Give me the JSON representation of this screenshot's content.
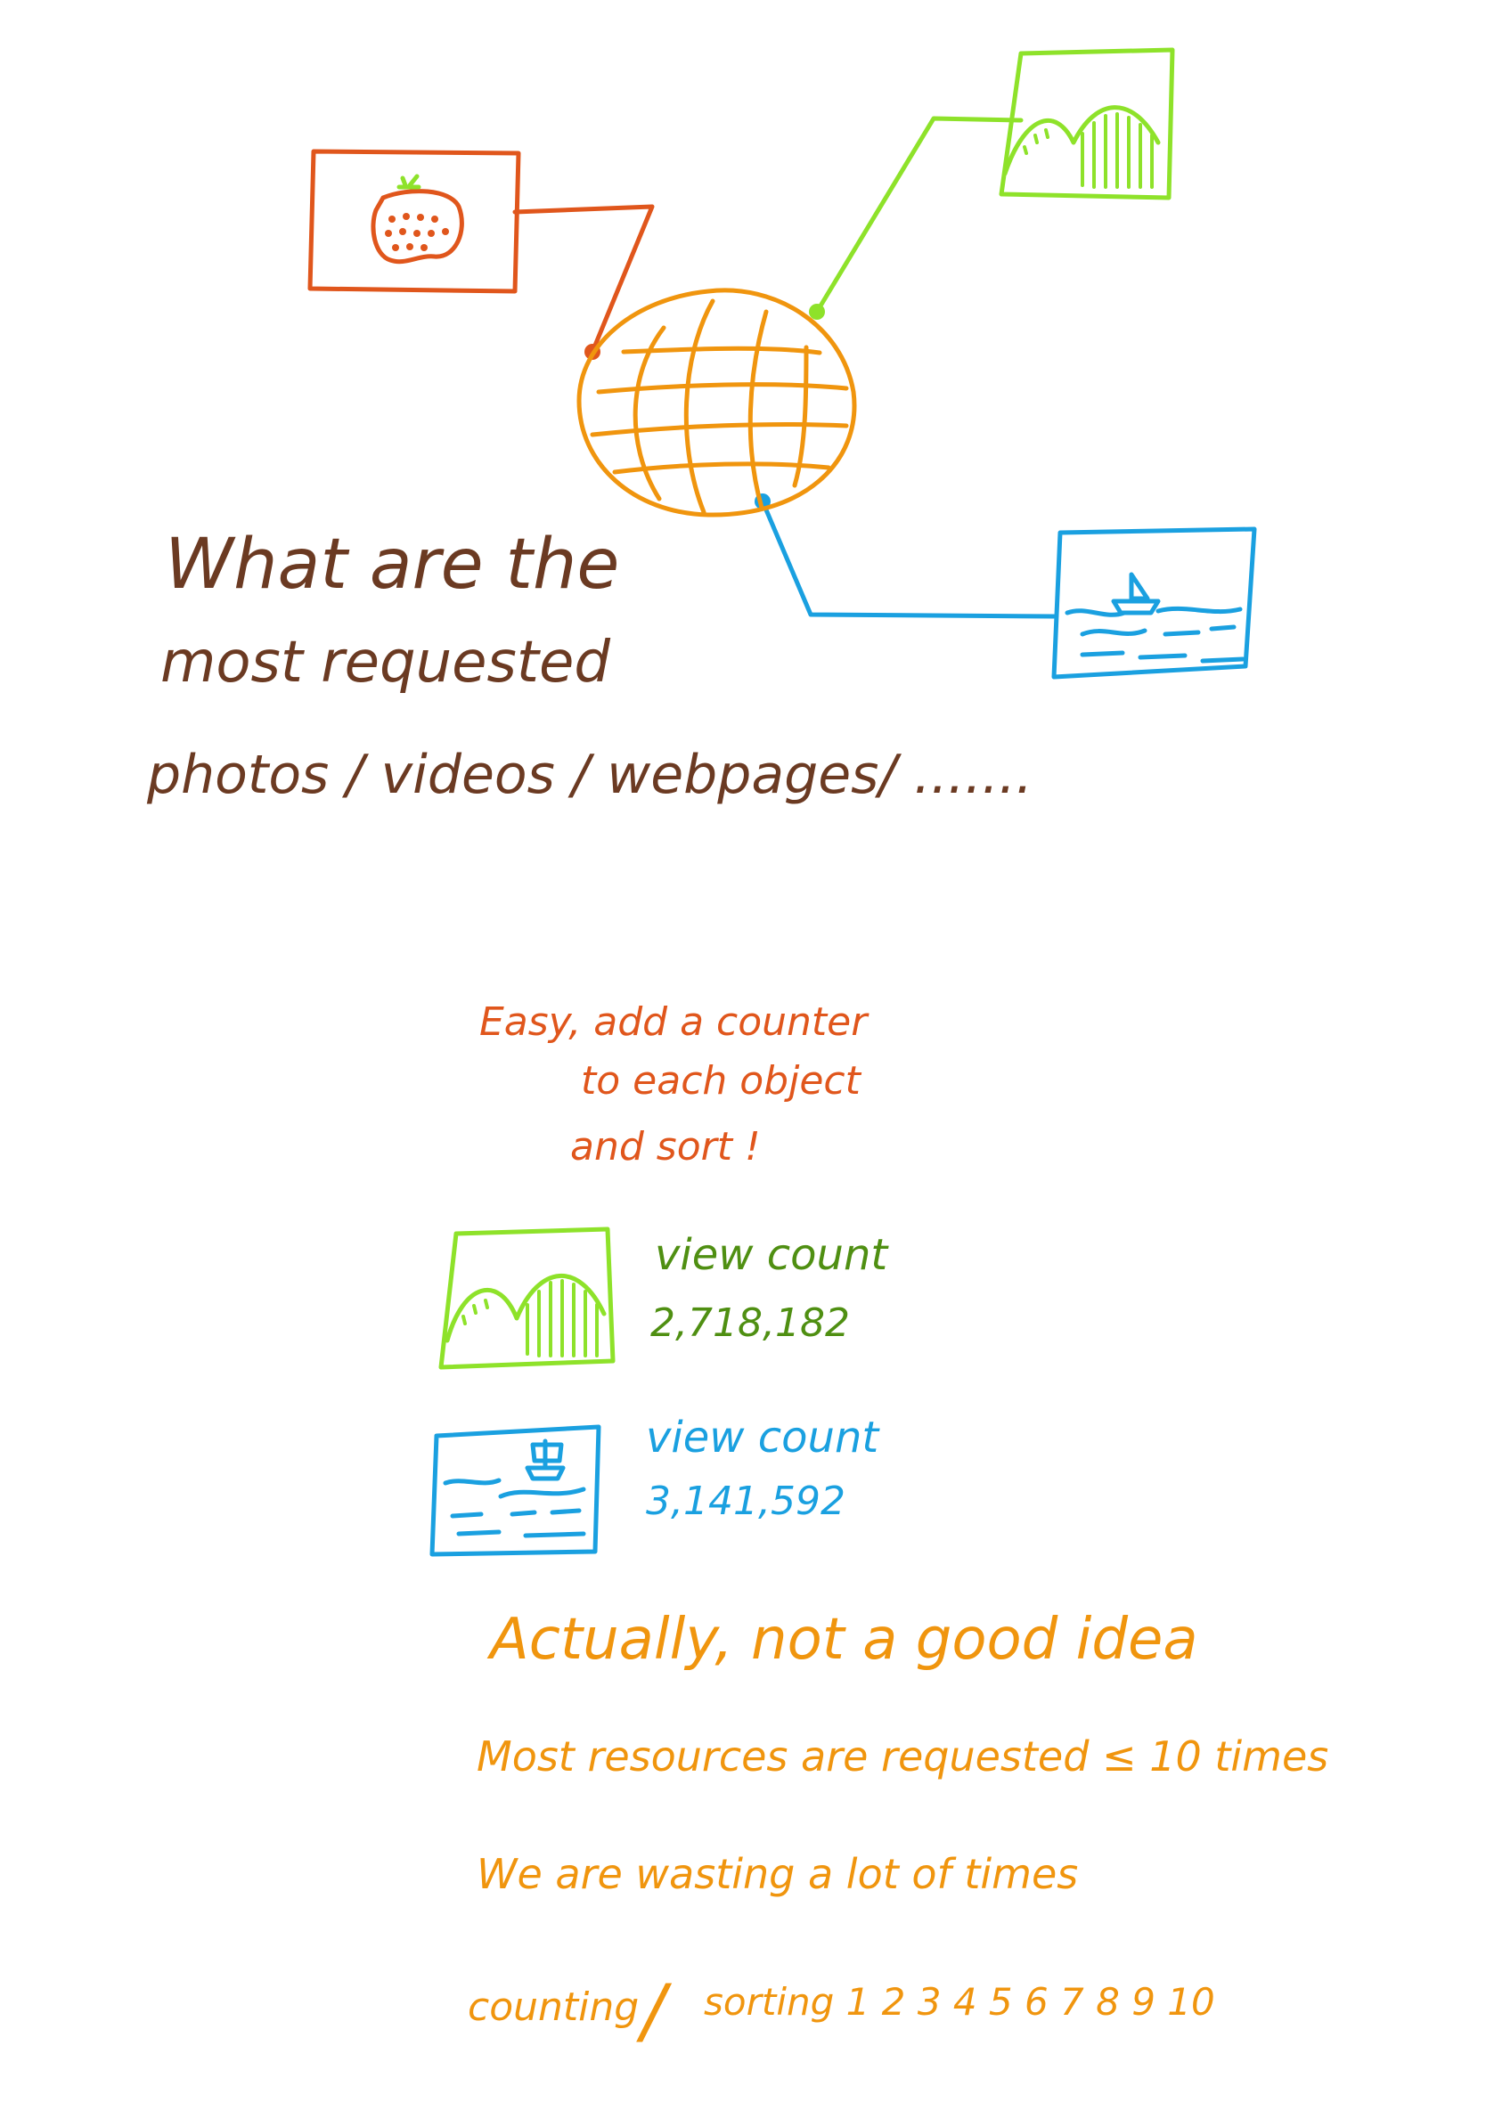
{
  "heading": {
    "line1": "What are the",
    "line2": "most requested",
    "line3": "photos / videos / webpages/ .......",
    "color": "#6b3a22"
  },
  "easy_note": {
    "line1": "Easy, add a counter",
    "line2": "to each object",
    "line3": "and sort !",
    "color": "#e0561c"
  },
  "counters": [
    {
      "icon": "landscape-photo-icon",
      "label": "view count",
      "value": "2,718,182",
      "color": "#4f8f12",
      "icon_color": "#8ee22a"
    },
    {
      "icon": "sailboat-photo-icon",
      "label": "view count",
      "value": "3,141,592",
      "color": "#1aa0e0",
      "icon_color": "#1aa0e0"
    }
  ],
  "conclusion": {
    "title": "Actually, not a good idea",
    "line1": "Most resources are requested  ≤ 10  times",
    "line2": "We are wasting a lot of times",
    "line3_left": "counting",
    "line3_slash": "/",
    "line3_right": "sorting  1 2 3 4 5 6 7 8 9 10",
    "color": "#f0950e"
  },
  "colors": {
    "globe": "#f0950e",
    "strawberry_link": "#e0561c",
    "landscape_link": "#8ee22a",
    "sailboat_link": "#1aa0e0"
  }
}
